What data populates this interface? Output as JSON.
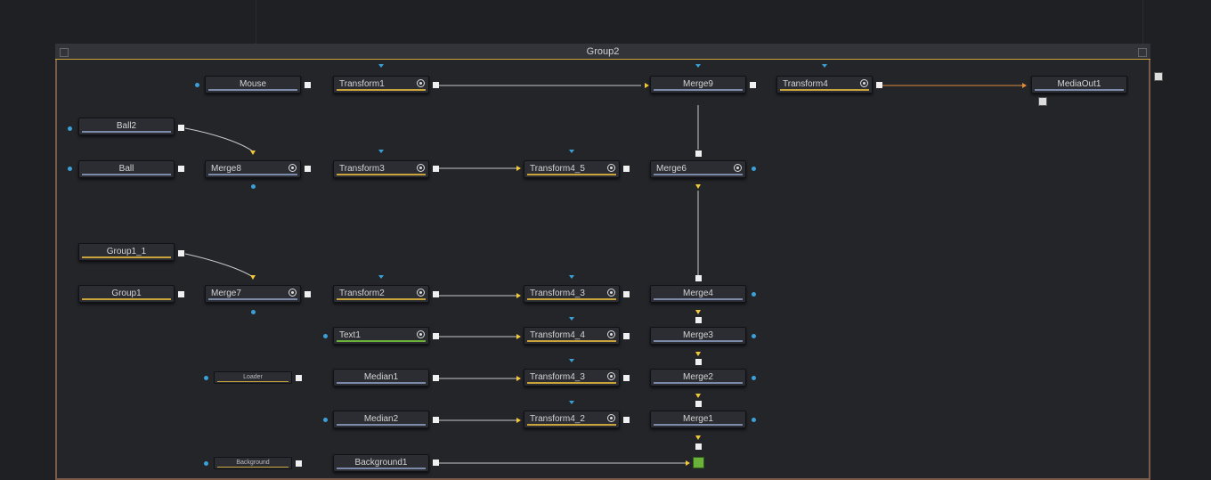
{
  "group": {
    "title": "Group2"
  },
  "colors": {
    "blue_port": "#3aa0d8",
    "yellow": "#f0c83a",
    "orange": "#e08a3a"
  },
  "nodes": {
    "mouse": "Mouse",
    "transform1": "Transform1",
    "merge9": "Merge9",
    "transform4": "Transform4",
    "mediaout1": "MediaOut1",
    "ball2": "Ball2",
    "ball": "Ball",
    "merge8": "Merge8",
    "transform3": "Transform3",
    "transform4_5": "Transform4_5",
    "merge6": "Merge6",
    "group1_1": "Group1_1",
    "group1": "Group1",
    "merge7": "Merge7",
    "transform2": "Transform2",
    "transform4_3_top": "Transform4_3",
    "merge4": "Merge4",
    "text1": "Text1",
    "transform4_4": "Transform4_4",
    "merge3": "Merge3",
    "median1": "Median1",
    "transform4_3": "Transform4_3",
    "merge2": "Merge2",
    "median2": "Median2",
    "transform4_2": "Transform4_2",
    "merge1": "Merge1",
    "background1": "Background1",
    "small_a": "Loader",
    "small_b": "Background"
  }
}
